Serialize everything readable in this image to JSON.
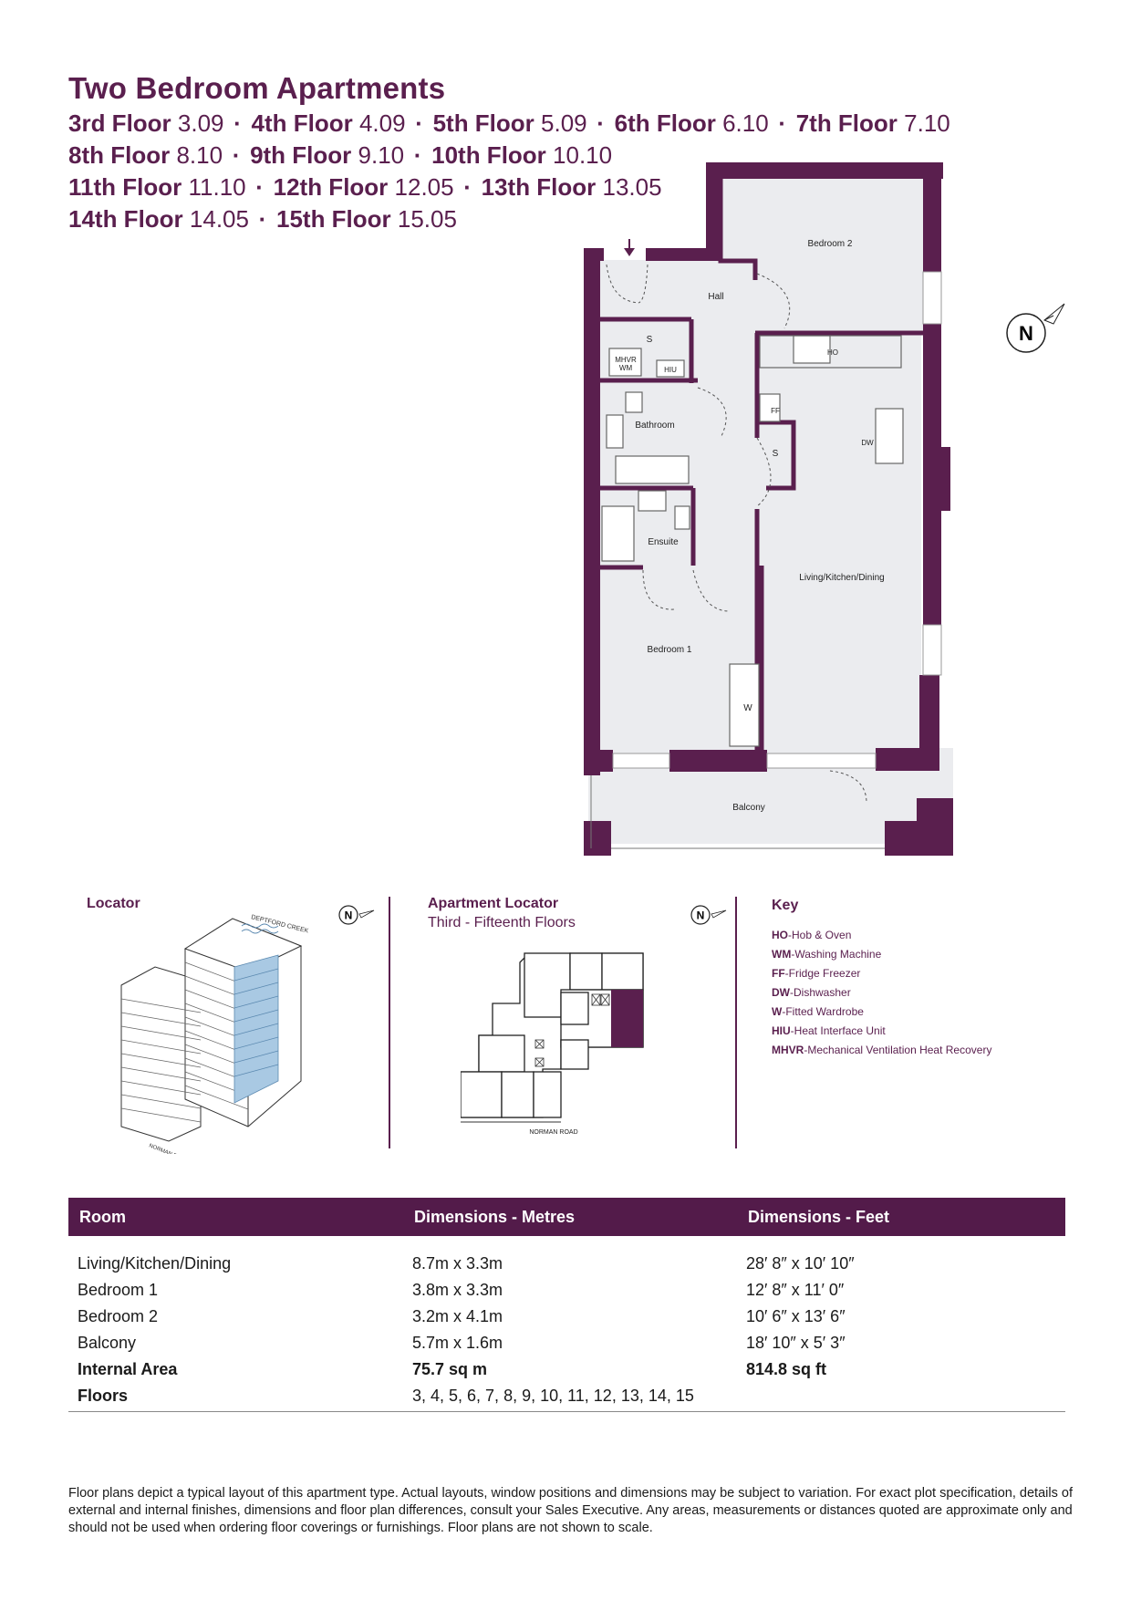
{
  "page": {
    "title": "Two Bedroom Apartments",
    "floor_lines": [
      [
        {
          "floor": "3rd Floor",
          "plot": "3.09"
        },
        {
          "floor": "4th Floor",
          "plot": "4.09"
        },
        {
          "floor": "5th Floor",
          "plot": "5.09"
        },
        {
          "floor": "6th Floor",
          "plot": "6.10"
        },
        {
          "floor": "7th Floor",
          "plot": "7.10"
        }
      ],
      [
        {
          "floor": "8th Floor",
          "plot": "8.10"
        },
        {
          "floor": "9th Floor",
          "plot": "9.10"
        },
        {
          "floor": "10th Floor",
          "plot": "10.10"
        }
      ],
      [
        {
          "floor": "11th Floor",
          "plot": "11.10"
        },
        {
          "floor": "12th Floor",
          "plot": "12.05"
        },
        {
          "floor": "13th Floor",
          "plot": "13.05"
        }
      ],
      [
        {
          "floor": "14th Floor",
          "plot": "14.05"
        },
        {
          "floor": "15th Floor",
          "plot": "15.05"
        }
      ]
    ],
    "separator": "·"
  },
  "floor_plan": {
    "rooms": {
      "bedroom2": "Bedroom 2",
      "hall": "Hall",
      "storage1": "S",
      "mhvr": "MHVR",
      "wm": "WM",
      "hiu": "HIU",
      "bathroom": "Bathroom",
      "ensuite": "Ensuite",
      "bedroom1": "Bedroom 1",
      "wardrobe": "W",
      "ho": "HO",
      "ff": "FF",
      "storage2": "S",
      "dw": "DW",
      "living": "Living/Kitchen/Dining",
      "balcony": "Balcony"
    },
    "compass": "N"
  },
  "locator": {
    "title": "Locator",
    "compass": "N",
    "road_label_1": "DEPTFORD CREEK",
    "road_label_2": "NORMAN ROAD"
  },
  "apartment_locator": {
    "title": "Apartment Locator",
    "subtitle": "Third - Fifteenth Floors",
    "compass": "N",
    "road_label": "NORMAN ROAD"
  },
  "key": {
    "title": "Key",
    "items": [
      {
        "abbr": "HO",
        "text": "Hob & Oven"
      },
      {
        "abbr": "WM",
        "text": "Washing Machine"
      },
      {
        "abbr": "FF",
        "text": "Fridge Freezer"
      },
      {
        "abbr": "DW",
        "text": "Dishwasher"
      },
      {
        "abbr": "W",
        "text": "Fitted Wardrobe"
      },
      {
        "abbr": "HIU",
        "text": "Heat Interface Unit"
      },
      {
        "abbr": "MHVR",
        "text": "Mechanical Ventilation Heat Recovery"
      }
    ]
  },
  "table": {
    "headers": [
      "Room",
      "Dimensions - Metres",
      "Dimensions - Feet"
    ],
    "rows": [
      [
        "Living/Kitchen/Dining",
        "8.7m x 3.3m",
        "28′ 8″ x 10′ 10″"
      ],
      [
        "Bedroom 1",
        "3.8m x 3.3m",
        "12′ 8″ x 11′ 0″"
      ],
      [
        "Bedroom 2",
        "3.2m x 4.1m",
        "10′ 6″ x 13′ 6″"
      ],
      [
        "Balcony",
        "5.7m x 1.6m",
        "18′ 10″ x 5′ 3″"
      ],
      [
        "Internal Area",
        "75.7 sq m",
        "814.8 sq ft"
      ],
      [
        "Floors",
        "3, 4, 5, 6, 7, 8, 9, 10, 11, 12, 13, 14, 15",
        ""
      ]
    ]
  },
  "disclaimer": "Floor plans depict a typical layout of this apartment type. Actual layouts, window positions and dimensions may be subject to variation. For exact plot specification, details of external and internal finishes, dimensions and floor plan differences, consult your Sales Executive. Any areas, measurements or distances quoted are approximate only and should not be used when ordering floor coverings or furnishings. Floor plans are not shown to scale.",
  "colors": {
    "brand_plum": "#5a1f4e",
    "table_header": "#531b4a",
    "room_fill": "#ebecef",
    "locator_highlight": "#a9c9e3"
  }
}
